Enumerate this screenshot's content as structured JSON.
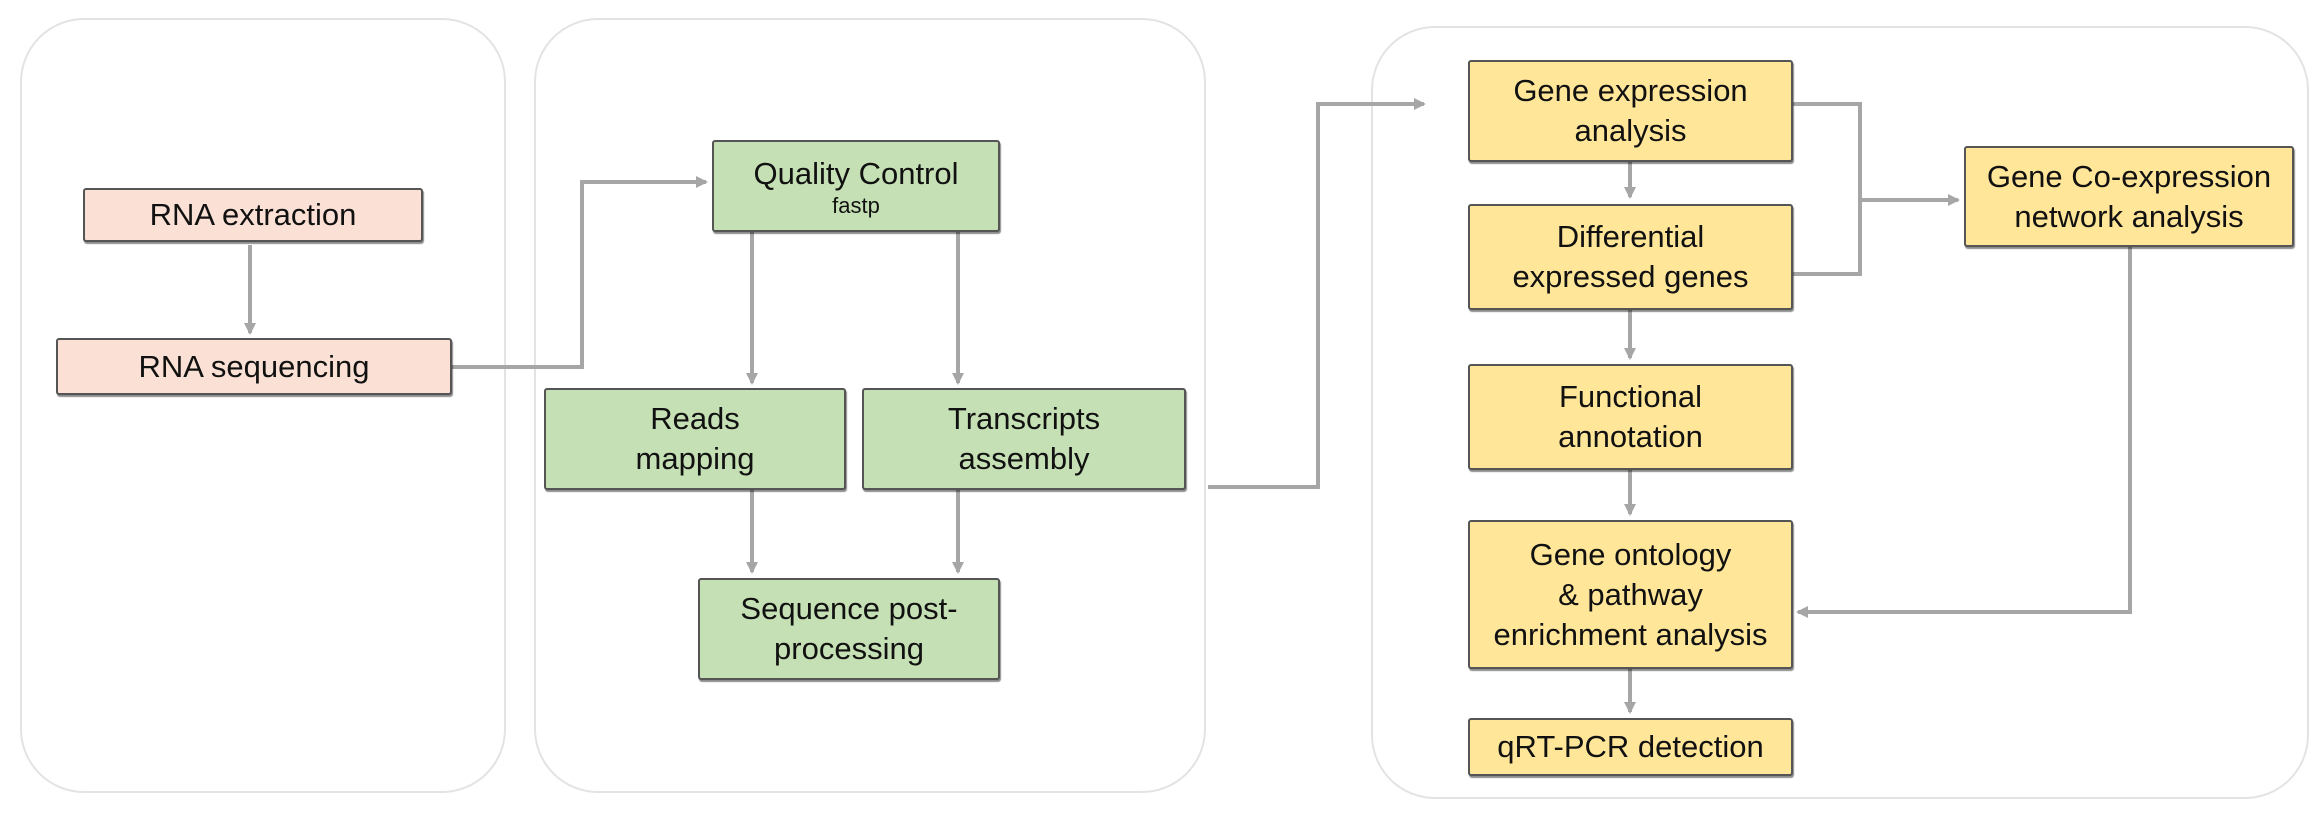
{
  "diagram": {
    "colors": {
      "pink": "#fbe1d5",
      "green": "#c5e0b4",
      "yellow": "#ffe699",
      "arrow": "#a6a6a6",
      "panel_border": "#e3e3e3"
    },
    "nodes": {
      "rna_extraction": "RNA extraction",
      "rna_sequencing": "RNA sequencing",
      "quality_control": "Quality Control",
      "quality_control_tool": "fastp",
      "reads_mapping_l1": "Reads",
      "reads_mapping_l2": "mapping",
      "transcripts_assembly_l1": "Transcripts",
      "transcripts_assembly_l2": "assembly",
      "sequence_post_l1": "Sequence post-",
      "sequence_post_l2": "processing",
      "gene_expression_l1": "Gene expression",
      "gene_expression_l2": "analysis",
      "deg_l1": "Differential",
      "deg_l2": "expressed genes",
      "functional_l1": "Functional",
      "functional_l2": "annotation",
      "go_l1": "Gene ontology",
      "go_l2": "& pathway",
      "go_l3": "enrichment analysis",
      "qrtpcr": "qRT-PCR detection",
      "coexpr_l1": "Gene Co-expression",
      "coexpr_l2": "network analysis"
    },
    "edges": [
      {
        "from": "RNA extraction",
        "to": "RNA sequencing"
      },
      {
        "from": "RNA sequencing",
        "to": "Quality Control"
      },
      {
        "from": "Quality Control",
        "to": "Reads mapping"
      },
      {
        "from": "Quality Control",
        "to": "Transcripts assembly"
      },
      {
        "from": "Reads mapping",
        "to": "Sequence post-processing"
      },
      {
        "from": "Transcripts assembly",
        "to": "Sequence post-processing"
      },
      {
        "from": "Sequence post-processing",
        "to": "Gene expression analysis"
      },
      {
        "from": "Gene expression analysis",
        "to": "Differential expressed genes"
      },
      {
        "from": "Gene expression analysis",
        "to": "Gene Co-expression network analysis"
      },
      {
        "from": "Differential expressed genes",
        "to": "Gene Co-expression network analysis"
      },
      {
        "from": "Differential expressed genes",
        "to": "Functional annotation"
      },
      {
        "from": "Functional annotation",
        "to": "Gene ontology & pathway enrichment analysis"
      },
      {
        "from": "Gene Co-expression network analysis",
        "to": "Gene ontology & pathway enrichment analysis"
      },
      {
        "from": "Gene ontology & pathway enrichment analysis",
        "to": "qRT-PCR detection"
      }
    ]
  }
}
